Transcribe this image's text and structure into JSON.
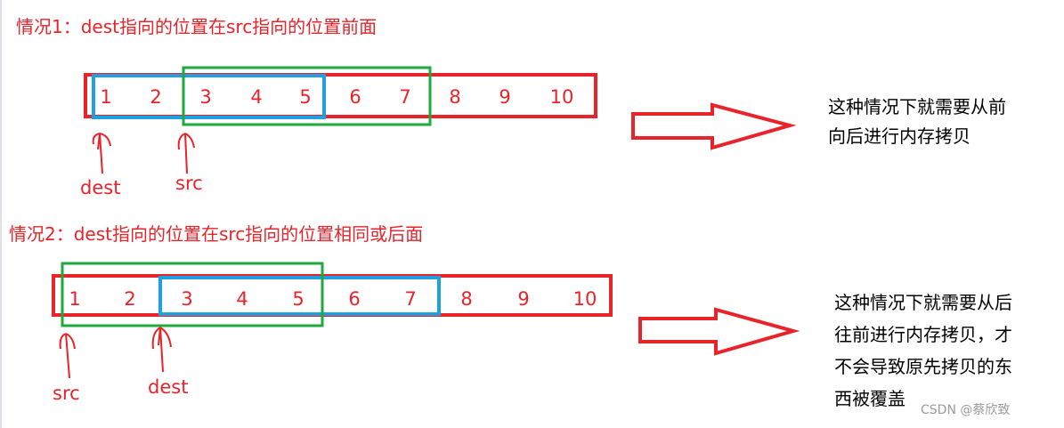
{
  "colors": {
    "array": "#e8232a",
    "blue": "#1fa0e0",
    "green": "#1eaa3c",
    "text": "#000000"
  },
  "case1": {
    "title": "情况1：dest指向的位置在src指向的位置前面",
    "numbers": [
      "1",
      "2",
      "3",
      "4",
      "5",
      "6",
      "7",
      "8",
      "9",
      "10"
    ],
    "dest_label": "dest",
    "src_label": "src",
    "note_lines": [
      "这种情况下就需要从前",
      "向后进行内存拷贝"
    ]
  },
  "case2": {
    "title": "情况2：dest指向的位置在src指向的位置相同或后面",
    "numbers": [
      "1",
      "2",
      "3",
      "4",
      "5",
      "6",
      "7",
      "8",
      "9",
      "10"
    ],
    "src_label": "src",
    "dest_label": "dest",
    "note_lines": [
      "这种情况下就需要从后",
      "往前进行内存拷贝，才",
      "不会导致原先拷贝的东",
      "西被覆盖"
    ]
  },
  "watermark": "CSDN @蔡欣致"
}
